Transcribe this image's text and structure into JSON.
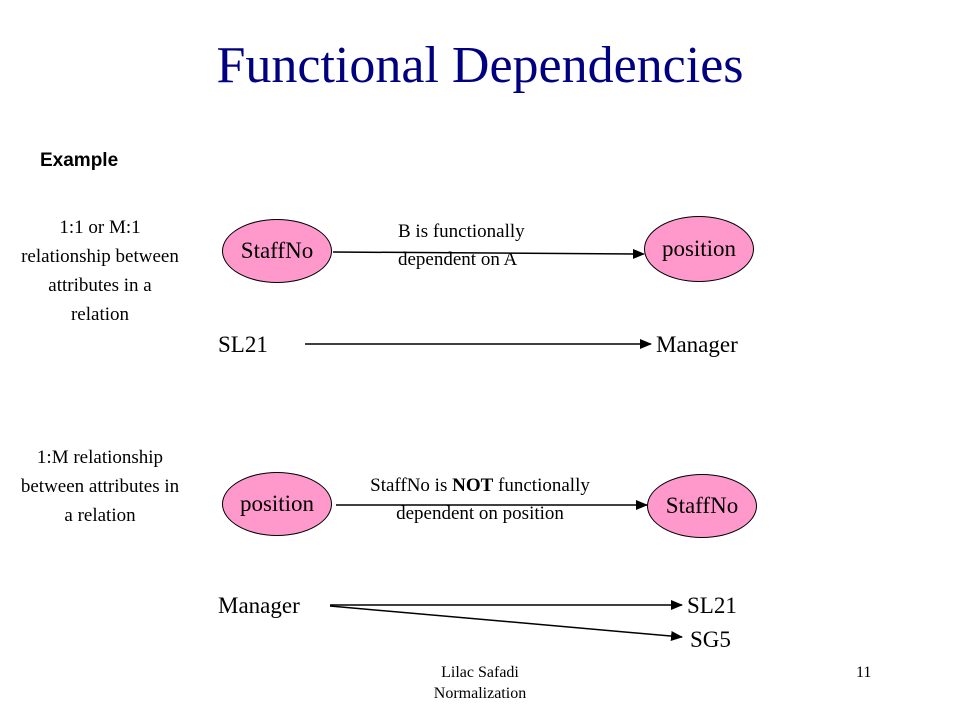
{
  "title": "Functional Dependencies",
  "example_label": "Example",
  "section1": {
    "side_label": "1:1 or M:1 relationship between attributes in a relation",
    "left_ellipse": "StaffNo",
    "right_ellipse": "position",
    "arrow_note_line1": "B is functionally",
    "arrow_note_line2": "dependent on A",
    "left_value": "SL21",
    "right_value": "Manager"
  },
  "section2": {
    "side_label": "1:M relationship between attributes in a relation",
    "left_ellipse": "position",
    "right_ellipse": "StaffNo",
    "arrow_note_line1_pre": "StaffNo is ",
    "arrow_note_line1_bold": "NOT",
    "arrow_note_line1_post": " functionally",
    "arrow_note_line2": "dependent on position",
    "left_value": "Manager",
    "right_value_1": "SL21",
    "right_value_2": "SG5"
  },
  "footer": {
    "line1": "Lilac Safadi",
    "line2": "Normalization",
    "page_number": "11"
  },
  "colors": {
    "title": "#000080",
    "ellipse_fill": "#ff99cc"
  }
}
